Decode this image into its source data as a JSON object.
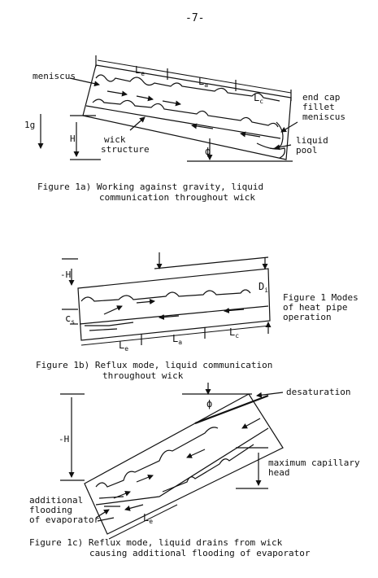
{
  "page_number": "-7-",
  "fig1a": {
    "labels": {
      "meniscus": "meniscus",
      "le": "L",
      "le_sub": "e",
      "la": "L",
      "la_sub": "a",
      "lc": "L",
      "lc_sub": "c",
      "end_cap_1": "end cap",
      "end_cap_2": "fillet",
      "end_cap_3": "meniscus",
      "gravity": "1g",
      "h": "H",
      "wick_1": "wick",
      "wick_2": "structure",
      "phi": "ϕ",
      "pool_1": "liquid",
      "pool_2": "pool"
    },
    "caption_1": "Figure  1a) Working against gravity, liquid",
    "caption_2": "communication throughout wick"
  },
  "fig1b": {
    "labels": {
      "h": "-H",
      "d": "D",
      "d_sub": "i",
      "c": "c",
      "c_sub": "s",
      "le": "L",
      "le_sub": "e",
      "la": "L",
      "la_sub": "a",
      "lc": "L",
      "lc_sub": "c"
    },
    "side_title_1": "Figure 1 Modes",
    "side_title_2": "of heat pipe",
    "side_title_3": "operation",
    "caption_1": "Figure 1b) Reflux mode, liquid communication",
    "caption_2": "throughout wick"
  },
  "fig1c": {
    "labels": {
      "phi": "ϕ",
      "desat": "desaturation",
      "h": "-H",
      "cap_1": "maximum capillary",
      "cap_2": "head",
      "flood_1": "additional",
      "flood_2": "flooding",
      "flood_3": "of evaporator",
      "le": "L",
      "le_sub": "e"
    },
    "caption_1": "Figure  1c) Reflux mode, liquid drains from wick",
    "caption_2": "causing additional flooding of evaporator"
  }
}
